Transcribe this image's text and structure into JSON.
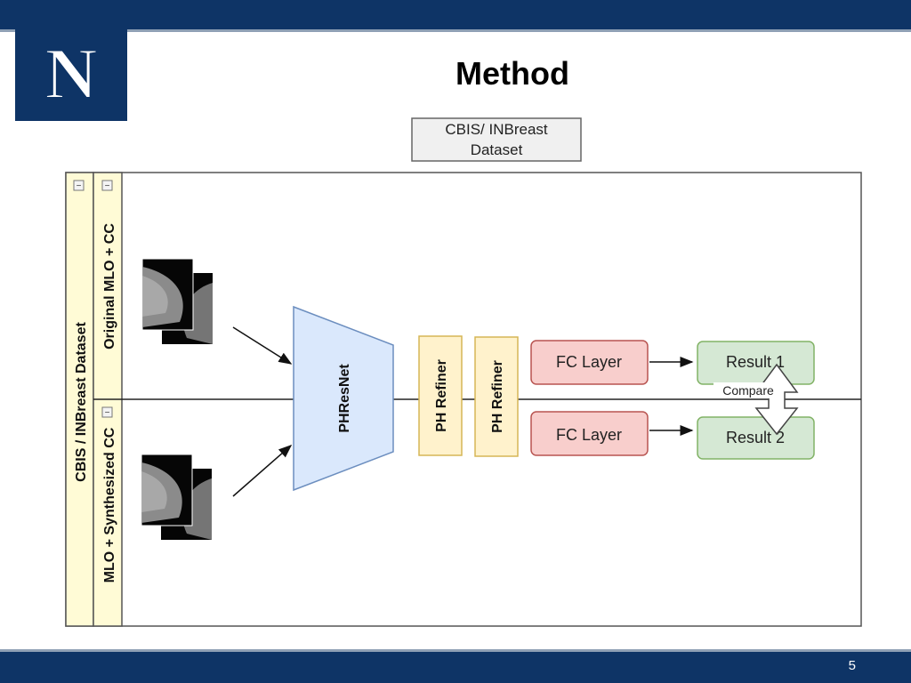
{
  "slide": {
    "title": "Method",
    "page_number": "5"
  },
  "logo": {
    "letter": "N"
  },
  "diagram": {
    "dataset_box": {
      "line1": "CBIS/ INBreast",
      "line2": "Dataset"
    },
    "pool_label": "CBIS / INBreast Dataset",
    "lane_top_label": "Original MLO + CC",
    "lane_bottom_label": "MLO + Synthesized CC",
    "lane_collapse_glyph": "−",
    "backbone": "PHResNet",
    "refiner_1": "PH Refiner",
    "refiner_2": "PH Refiner",
    "fc_top": "FC Layer",
    "fc_bottom": "FC Layer",
    "result_top": "Result 1",
    "result_bottom": "Result 2",
    "compare": "Compare"
  },
  "colors": {
    "brand_navy": "#0e3466",
    "backbone_fill": "#dae8fc",
    "backbone_stroke": "#6c8ebf",
    "refiner_fill": "#fff2cc",
    "refiner_stroke": "#d6b656",
    "fc_fill": "#f8cecc",
    "fc_stroke": "#b85450",
    "result_fill": "#d5e8d4",
    "result_stroke": "#82b366",
    "lane_header_fill": "#fffbd6"
  }
}
